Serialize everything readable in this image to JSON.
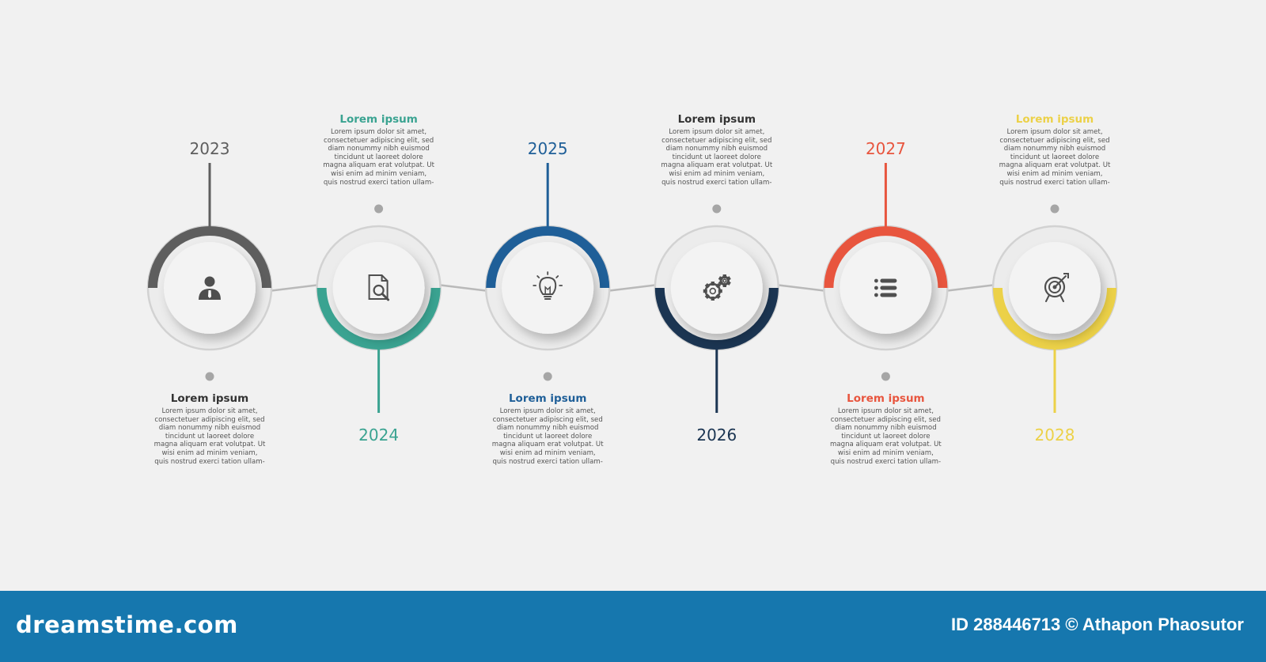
{
  "colors": {
    "background": "#f1f1f1",
    "connector": "#b9b9b9",
    "dot": "#a6a6a6",
    "footer": "#1677ae"
  },
  "timeline": [
    {
      "year": "2023",
      "accent": "#5e5e5e",
      "arc": "top",
      "icon": "user-icon",
      "title": "Lorem ipsum",
      "body": "Lorem ipsum dolor sit amet,\nconsectetuer adipiscing elit, sed\ndiam nonummy nibh euismod\ntincidunt ut laoreet dolore\nmagna aliquam erat volutpat. Ut\nwisi enim ad minim veniam,\nquis nostrud exerci tation ullam-"
    },
    {
      "year": "2024",
      "accent": "#3aa391",
      "arc": "bottom",
      "icon": "document-search-icon",
      "title": "Lorem ipsum",
      "body": "Lorem ipsum dolor sit amet,\nconsectetuer adipiscing elit, sed\ndiam nonummy nibh euismod\ntincidunt ut laoreet dolore\nmagna aliquam erat volutpat. Ut\nwisi enim ad minim veniam,\nquis nostrud exerci tation ullam-"
    },
    {
      "year": "2025",
      "accent": "#1f5f98",
      "arc": "top",
      "icon": "lightbulb-icon",
      "title": "Lorem ipsum",
      "body": "Lorem ipsum dolor sit amet,\nconsectetuer adipiscing elit, sed\ndiam nonummy nibh euismod\ntincidunt ut laoreet dolore\nmagna aliquam erat volutpat. Ut\nwisi enim ad minim veniam,\nquis nostrud exerci tation ullam-"
    },
    {
      "year": "2026",
      "accent": "#1b3552",
      "arc": "bottom",
      "icon": "gears-icon",
      "title": "Lorem ipsum",
      "body": "Lorem ipsum dolor sit amet,\nconsectetuer adipiscing elit, sed\ndiam nonummy nibh euismod\ntincidunt ut laoreet dolore\nmagna aliquam erat volutpat. Ut\nwisi enim ad minim veniam,\nquis nostrud exerci tation ullam-"
    },
    {
      "year": "2027",
      "accent": "#e8553e",
      "arc": "top",
      "icon": "list-icon",
      "title": "Lorem ipsum",
      "body": "Lorem ipsum dolor sit amet,\nconsectetuer adipiscing elit, sed\ndiam nonummy nibh euismod\ntincidunt ut laoreet dolore\nmagna aliquam erat volutpat. Ut\nwisi enim ad minim veniam,\nquis nostrud exerci tation ullam-"
    },
    {
      "year": "2028",
      "accent": "#ecd148",
      "arc": "bottom",
      "icon": "target-icon",
      "title": "Lorem ipsum",
      "body": "Lorem ipsum dolor sit amet,\nconsectetuer adipiscing elit, sed\ndiam nonummy nibh euismod\ntincidunt ut laoreet dolore\nmagna aliquam erat volutpat. Ut\nwisi enim ad minim veniam,\nquis nostrud exerci tation ullam-"
    }
  ],
  "footer": {
    "logo": "dreamstime.com",
    "credit": "ID 288446713 © Athapon Phaosutor"
  }
}
